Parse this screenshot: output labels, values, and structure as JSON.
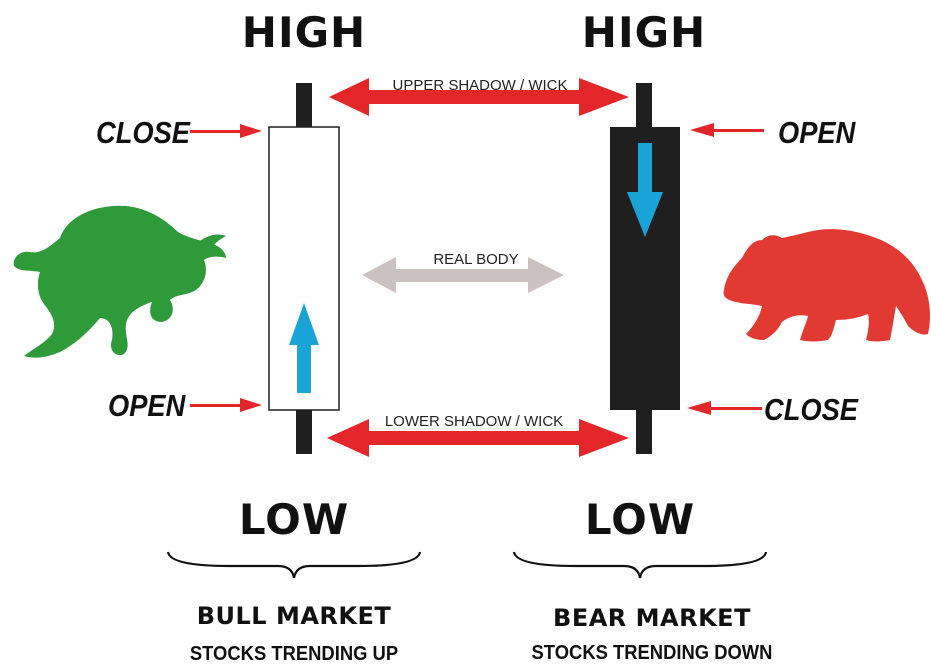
{
  "bull": {
    "high": "HIGH",
    "low": "LOW",
    "close": "CLOSE",
    "open": "OPEN",
    "market": "BULL MARKET",
    "trend": "STOCKS TRENDING UP",
    "animal_icon": "bull-icon",
    "animal_color": "#2e9a3a"
  },
  "bear": {
    "high": "HIGH",
    "low": "LOW",
    "open": "OPEN",
    "close": "CLOSE",
    "market": "BEAR MARKET",
    "trend": "STOCKS TRENDING DOWN",
    "animal_icon": "bear-icon",
    "animal_color": "#e03a32"
  },
  "middle": {
    "upper": "UPPER SHADOW / WICK",
    "body": "REAL BODY",
    "lower": "LOWER SHADOW / WICK"
  },
  "colors": {
    "arrow_red": "#e2262a",
    "arrow_grey": "#c9c2c0",
    "direction_arrow": "#1aa3d6",
    "bear_body": "#1f1f1f",
    "wick": "#1f1f1f"
  }
}
